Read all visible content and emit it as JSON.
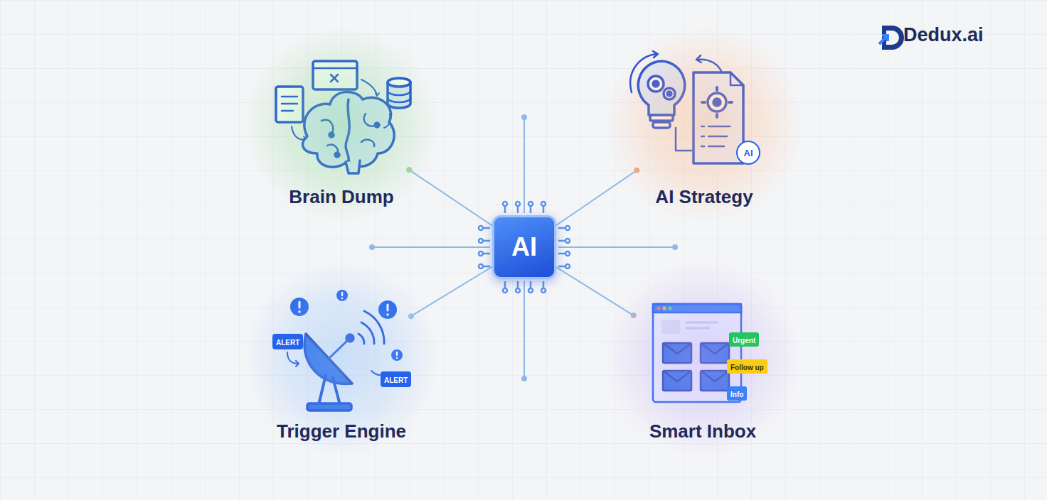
{
  "diagram": {
    "nodes": [
      {
        "text": [
          "Brain Dump"
        ]
      },
      {
        "text": [
          "AI Strategy"
        ]
      },
      {
        "text": [
          "AI"
        ],
        "in": 1
      },
      {
        "text": [
          "AI"
        ]
      },
      {
        "text": [
          "Trigger Engine"
        ]
      },
      {
        "text": [
          "ALERT"
        ],
        "in": 4
      },
      {
        "text": [
          "ALERT"
        ],
        "in": 4
      },
      {
        "text": [
          "Smart Inbox"
        ]
      },
      {
        "text": [
          "Urgent"
        ],
        "in": 7
      },
      {
        "text": [
          "Follow up"
        ],
        "in": 7
      },
      {
        "text": [
          "Info"
        ],
        "in": 7
      }
    ],
    "edges": [
      {
        "from": 3,
        "to": 0,
        "arrow": "none"
      },
      {
        "from": 3,
        "to": 1,
        "arrow": "none"
      },
      {
        "from": 3,
        "to": 4,
        "arrow": "none"
      },
      {
        "from": 3,
        "to": 7,
        "arrow": "none"
      }
    ],
    "labels": [
      "Dedux.ai"
    ]
  }
}
